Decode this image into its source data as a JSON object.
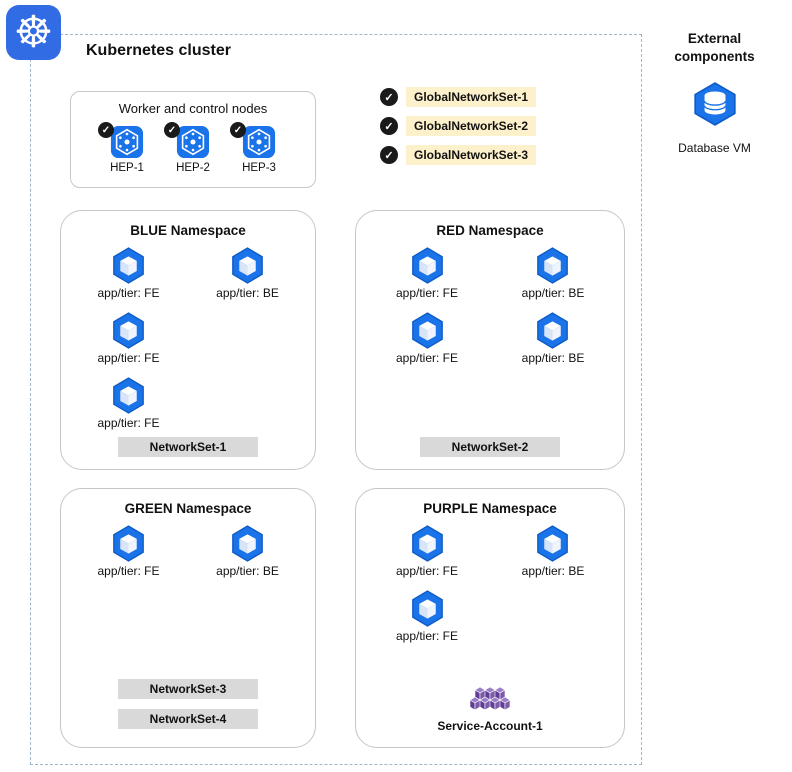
{
  "icons": {
    "check": "✓",
    "helm": "☸"
  },
  "colors": {
    "kubernetes_blue": "#326ce5",
    "pod_blue": "#1a73e8",
    "highlight_yellow": "#fdf1cb",
    "label_gray": "#d9d9d9",
    "service_account_purple": "#7b5aa6",
    "check_black": "#1a1a1a"
  },
  "cluster": {
    "title": "Kubernetes cluster",
    "nodes_panel": {
      "title": "Worker and control nodes",
      "nodes": [
        {
          "label": "HEP-1"
        },
        {
          "label": "HEP-2"
        },
        {
          "label": "HEP-3"
        }
      ]
    },
    "global_network_sets": [
      {
        "label": "GlobalNetworkSet-1"
      },
      {
        "label": "GlobalNetworkSet-2"
      },
      {
        "label": "GlobalNetworkSet-3"
      }
    ],
    "namespaces": [
      {
        "title": "BLUE Namespace",
        "pods": [
          {
            "label": "app/tier: FE"
          },
          {
            "label": "app/tier: BE"
          },
          {
            "label": "app/tier: FE"
          },
          {
            "label": "app/tier: FE"
          }
        ],
        "network_sets": [
          {
            "label": "NetworkSet-1"
          }
        ]
      },
      {
        "title": "RED Namespace",
        "pods": [
          {
            "label": "app/tier: FE"
          },
          {
            "label": "app/tier: BE"
          },
          {
            "label": "app/tier: FE"
          },
          {
            "label": "app/tier: BE"
          }
        ],
        "network_sets": [
          {
            "label": "NetworkSet-2"
          }
        ]
      },
      {
        "title": "GREEN Namespace",
        "pods": [
          {
            "label": "app/tier: FE"
          },
          {
            "label": "app/tier: BE"
          }
        ],
        "network_sets": [
          {
            "label": "NetworkSet-3"
          },
          {
            "label": "NetworkSet-4"
          }
        ]
      },
      {
        "title": "PURPLE Namespace",
        "pods": [
          {
            "label": "app/tier: FE"
          },
          {
            "label": "app/tier: BE"
          },
          {
            "label": "app/tier: FE"
          }
        ],
        "service_account": {
          "label": "Service-Account-1"
        }
      }
    ]
  },
  "external": {
    "title": "External components",
    "items": [
      {
        "label": "Database VM"
      }
    ]
  }
}
